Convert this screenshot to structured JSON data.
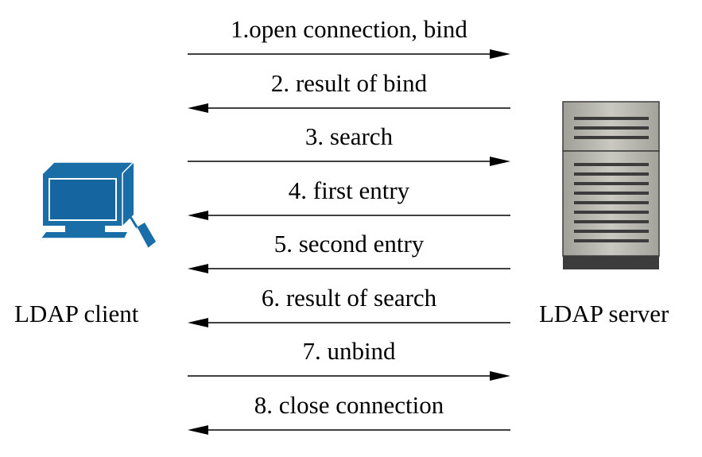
{
  "client": {
    "label": "LDAP client",
    "icon": "computer-icon",
    "color": "#1a6ea8"
  },
  "server": {
    "label": "LDAP server",
    "icon": "server-icon",
    "colors": {
      "body": "#bdbdb4",
      "stripes": "#3c3c3c",
      "base": "#3c3c3c"
    }
  },
  "messages": [
    {
      "label": "1.open connection, bind",
      "direction": "to-server"
    },
    {
      "label": "2. result of bind",
      "direction": "to-client"
    },
    {
      "label": "3. search",
      "direction": "to-server"
    },
    {
      "label": "4. first entry",
      "direction": "to-client"
    },
    {
      "label": "5. second entry",
      "direction": "to-client"
    },
    {
      "label": "6. result of search",
      "direction": "to-client"
    },
    {
      "label": "7. unbind",
      "direction": "to-server"
    },
    {
      "label": "8. close connection",
      "direction": "to-client"
    }
  ]
}
